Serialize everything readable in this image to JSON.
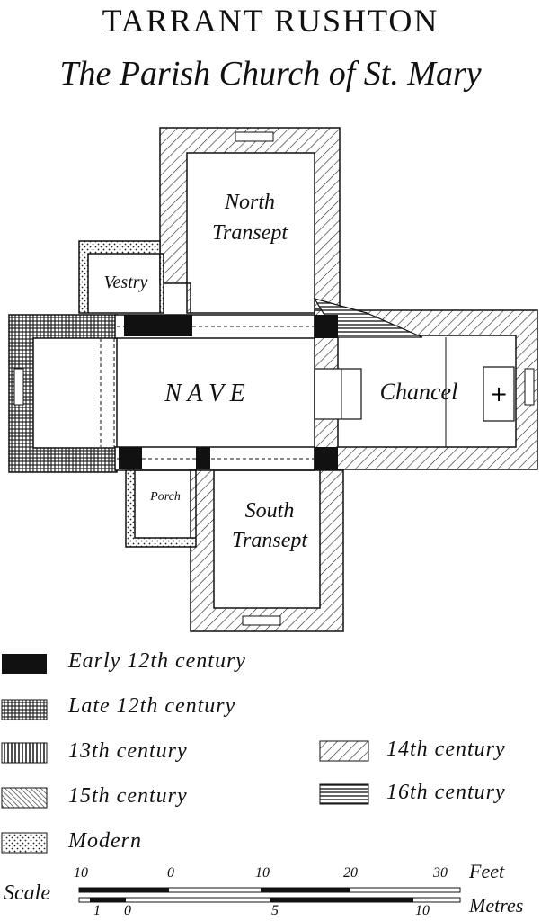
{
  "title": "TARRANT RUSHTON",
  "subtitle": "The Parish Church of St. Mary",
  "rooms": {
    "north_transept": [
      "North",
      "Transept"
    ],
    "vestry": "Vestry",
    "nave": "N A V E",
    "chancel": "Chancel",
    "porch": "Porch",
    "south_transept": [
      "South",
      "Transept"
    ]
  },
  "legend": [
    {
      "key": "early12",
      "label": "Early 12th century"
    },
    {
      "key": "late12",
      "label": "Late 12th century"
    },
    {
      "key": "c13",
      "label": "13th century"
    },
    {
      "key": "c14",
      "label": "14th century"
    },
    {
      "key": "c15",
      "label": "15th century"
    },
    {
      "key": "c16",
      "label": "16th century"
    },
    {
      "key": "modern",
      "label": "Modern"
    }
  ],
  "scale": {
    "label": "Scale",
    "feet_ticks": [
      "10",
      "0",
      "10",
      "20",
      "30"
    ],
    "feet_unit": "Feet",
    "metre_ticks": [
      "1",
      "0",
      "5",
      "10"
    ],
    "metre_unit": "Metres"
  },
  "icons": [
    "altar-cross-icon"
  ]
}
